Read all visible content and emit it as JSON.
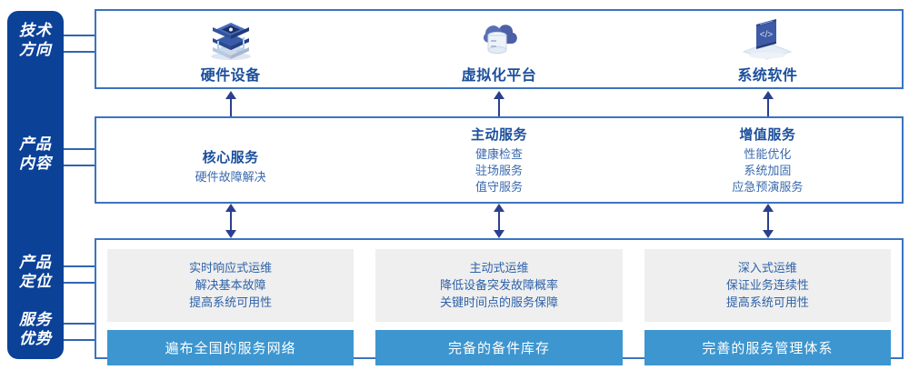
{
  "rail": {
    "items": [
      {
        "name": "tech-direction",
        "line1": "技术",
        "line2": "方向"
      },
      {
        "name": "product-content",
        "line1": "产品",
        "line2": "内容"
      },
      {
        "name": "product-position",
        "line1": "产品",
        "line2": "定位"
      },
      {
        "name": "service-advantage",
        "line1": "服务",
        "line2": "优势"
      }
    ]
  },
  "tech": {
    "columns": [
      {
        "icon": "server-stack-icon",
        "title": "硬件设备"
      },
      {
        "icon": "cloud-database-icon",
        "title": "虚拟化平台"
      },
      {
        "icon": "laptop-code-icon",
        "title": "系统软件"
      }
    ]
  },
  "product": {
    "columns": [
      {
        "title": "核心服务",
        "items": [
          "硬件故障解决"
        ]
      },
      {
        "title": "主动服务",
        "items": [
          "健康检查",
          "驻场服务",
          "值守服务"
        ]
      },
      {
        "title": "增值服务",
        "items": [
          "性能优化",
          "系统加固",
          "应急预演服务"
        ]
      }
    ]
  },
  "positioning": {
    "columns": [
      {
        "points": [
          "实时响应式运维",
          "解决基本故障",
          "提高系统可用性"
        ],
        "advantage": "遍布全国的服务网络"
      },
      {
        "points": [
          "主动式运维",
          "降低设备突发故障概率",
          "关键时间点的服务保障"
        ],
        "advantage": "完备的备件库存"
      },
      {
        "points": [
          "深入式运维",
          "保证业务连续性",
          "提高系统可用性"
        ],
        "advantage": "完善的服务管理体系"
      }
    ]
  },
  "colors": {
    "rail": "#0b4298",
    "box_border": "#3b74bf",
    "title_blue": "#1b4f9c",
    "body_blue": "#3a6aad",
    "card_gray": "#efefef",
    "advantage_blue": "#3d96cf",
    "arrow": "#2b3f8f"
  }
}
